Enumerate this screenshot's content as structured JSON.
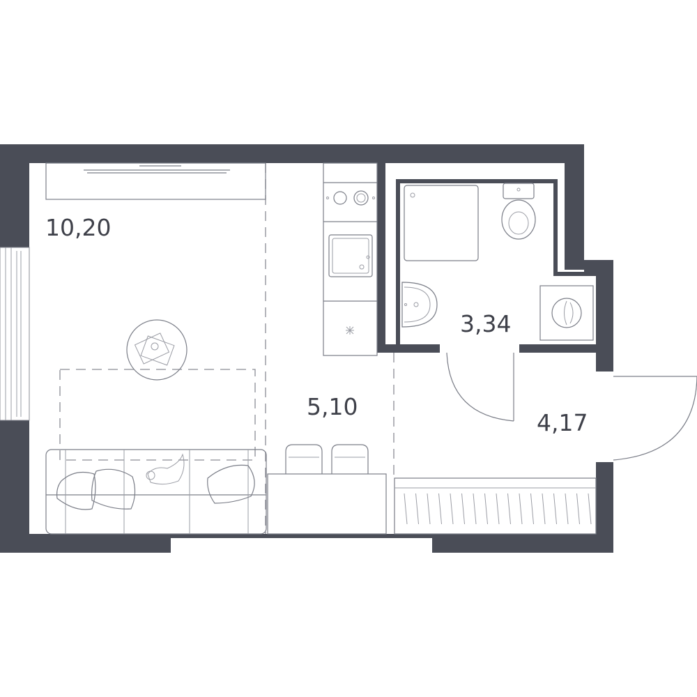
{
  "plan": {
    "rooms": [
      {
        "id": "living-room",
        "area": "10,20"
      },
      {
        "id": "kitchen",
        "area": "5,10"
      },
      {
        "id": "bathroom",
        "area": "3,34"
      },
      {
        "id": "hallway",
        "area": "4,17"
      }
    ],
    "colors": {
      "wall": "#4a4d57",
      "line": "#7a7d87",
      "background": "#ffffff"
    },
    "icons": [
      "tv-icon",
      "hob-icon",
      "sink-icon",
      "fridge-icon",
      "shower-tray-icon",
      "toilet-icon",
      "washbasin-icon",
      "washing-machine-icon",
      "round-table-icon",
      "sofa-icon",
      "chair-icon",
      "wardrobe-icon"
    ]
  }
}
